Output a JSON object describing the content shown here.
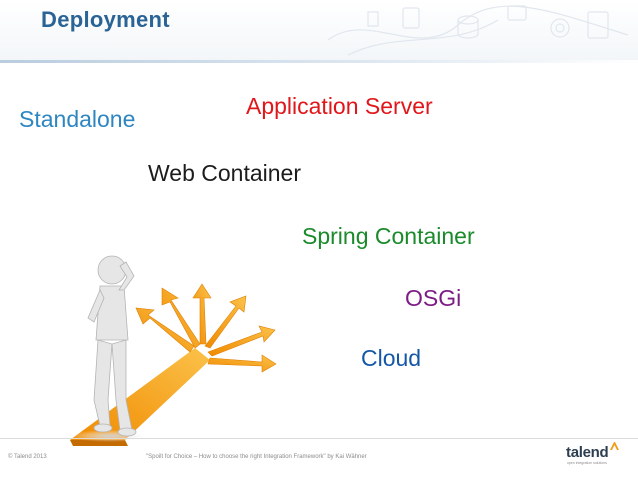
{
  "slide": {
    "title": "Deployment",
    "terms": {
      "standalone": "Standalone",
      "application_server": "Application Server",
      "web_container": "Web Container",
      "spring_container": "Spring Container",
      "osgi": "OSGi",
      "cloud": "Cloud"
    },
    "colors": {
      "title": "#2a6496",
      "standalone": "#2e86c1",
      "application_server": "#e0161b",
      "web_container": "#1c1c1c",
      "spring_container": "#1a8a2a",
      "osgi": "#7d1c86",
      "cloud": "#1457a6",
      "arrows": "#f29b14"
    }
  },
  "footer": {
    "copyright": "© Talend 2013",
    "quote": "\"Spoilt for Choice – How to choose the right Integration Framework\" by Kai Wähner",
    "logo": {
      "word": "talend",
      "tagline": "open integration solutions"
    }
  },
  "icons": {
    "illustration": "thinking-figure-at-crossroads-arrows",
    "header_decoration": "faint-network-diagram"
  }
}
